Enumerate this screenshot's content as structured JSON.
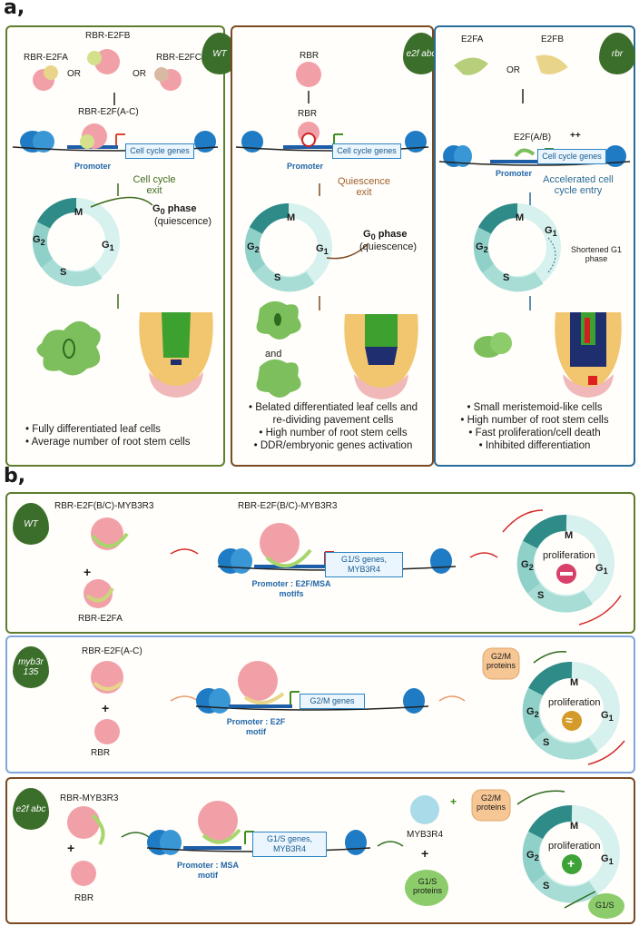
{
  "panel_a": {
    "label": "a,",
    "wt": {
      "badge": "WT",
      "complexes": [
        "RBR-E2FA",
        "RBR-E2FB",
        "RBR-E2FC"
      ],
      "or": "OR",
      "bound": "RBR-E2F(A-C)",
      "genes": "Cell cycle genes",
      "promoter": "Promoter",
      "arrow_label": "Cell cycle exit",
      "g0": "G",
      "g0_sub": "0",
      "g0_rest": " phase",
      "g0_note": "(quiescence)",
      "bullets": [
        "• Fully differentiated leaf cells",
        "• Average number of root stem cells"
      ]
    },
    "e2f": {
      "badge": "e2f abc",
      "protein": "RBR",
      "bound": "RBR",
      "genes": "Cell cycle genes",
      "promoter": "Promoter",
      "arrow_label": "Quiescence exit",
      "g0": "G",
      "g0_sub": "0",
      "g0_rest": " phase",
      "g0_note": "(quiescence)",
      "and": "and",
      "bullets": [
        "• Belated differentiated leaf cells and",
        "re-dividing pavement cells",
        "• High number of root stem cells",
        "• DDR/embryonic genes activation"
      ]
    },
    "rbr": {
      "badge": "rbr",
      "proteins": [
        "E2FA",
        "E2FB"
      ],
      "or": "OR",
      "bound": "E2F(A/B)",
      "plus": "++",
      "genes": "Cell cycle genes",
      "promoter": "Promoter",
      "arrow_label": "Accelerated cell cycle entry",
      "short_g1": "Shortened G1 phase",
      "bullets": [
        "• Small meristemoid-like cells",
        "• High number of root stem cells",
        "• Fast proliferation/cell death",
        "• Inhibited differentiation"
      ]
    },
    "phases": {
      "m": "M",
      "g2": "G",
      "g1": "G",
      "s": "S",
      "g2_sub": "2",
      "g1_sub": "1"
    }
  },
  "panel_b": {
    "label": "b,",
    "wt": {
      "badge": "WT",
      "top_complex": "RBR-E2F(B/C)-MYB3R3",
      "plus": "+",
      "bottom_complex": "RBR-E2FA",
      "bound": "RBR-E2F(B/C)-MYB3R3",
      "genes": "G1/S genes, MYB3R4",
      "promoter": "Promoter : E2F/MSA motifs",
      "proliferation": "proliferation",
      "sign": "−"
    },
    "myb": {
      "badge": "myb3r 135",
      "top_complex": "RBR-E2F(A-C)",
      "plus": "+",
      "bottom_complex": "RBR",
      "genes": "G2/M genes",
      "promoter": "Promoter : E2F motif",
      "protein_blob": "G2/M proteins",
      "proliferation": "proliferation",
      "sign": "≈"
    },
    "e2f": {
      "badge": "e2f abc",
      "top_complex": "RBR-MYB3R3",
      "plus": "+",
      "bottom_complex": "RBR",
      "genes": "G1/S genes, MYB3R4",
      "promoter": "Promoter : MSA motif",
      "myb": "MYB3R4",
      "plus2": "+",
      "plus3": "+",
      "g2m_blob": "G2/M proteins",
      "g1s_blob": "G1/S proteins",
      "g1s_small": "G1/S",
      "proliferation": "proliferation",
      "sign": "+"
    }
  },
  "colors": {
    "wt": "#5f7d2c",
    "e2f": "#7a4a22",
    "rbr": "#2a6c99",
    "myb": "#7fa7de",
    "cycle": "#5fb9b0",
    "nucleosome": "#1e7bc4",
    "rbr_protein": "#f2a0a8"
  }
}
